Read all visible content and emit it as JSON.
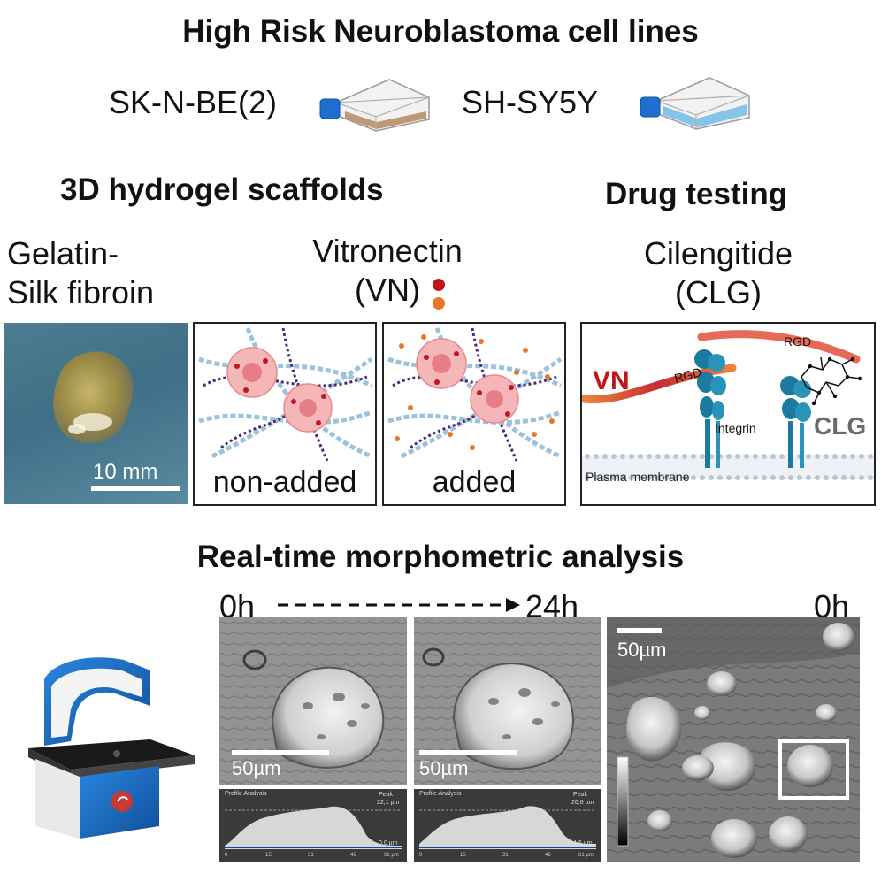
{
  "title": "High Risk Neuroblastoma cell lines",
  "cell_lines": [
    {
      "name": "SK-N-BE(2)",
      "medium_color": "#b98f67"
    },
    {
      "name": "SH-SY5Y",
      "medium_color": "#7fc0e8"
    }
  ],
  "scaffolds": {
    "heading": "3D hydrogel scaffolds",
    "material": [
      "Gelatin-",
      "Silk fibroin"
    ],
    "factor": [
      "Vitronectin",
      "(VN)"
    ],
    "photo_scale": "10 mm",
    "panel_non_added": "non-added",
    "panel_added": "added"
  },
  "drug": {
    "heading": "Drug testing",
    "name": [
      "Cilengitide",
      "(CLG)"
    ],
    "vn_label": "VN",
    "rgd_1": "RGD",
    "rgd_2": "RGD",
    "integrin": "Integrin",
    "clg_label": "CLG",
    "membrane": "Plasma membrane"
  },
  "analysis": {
    "heading": "Real-time morphometric analysis",
    "time_start": "0h",
    "time_end": "24h",
    "time_right": "0h",
    "scale_1": "50µm",
    "scale_2": "50µm",
    "scale_3": "50µm",
    "profile_title": "Profile Analysis",
    "profile_1": {
      "peak_label": "Peak",
      "peak_value": "22,1 µm",
      "base_value": "0,0 µm",
      "ticks": [
        "0",
        "15",
        "31",
        "46",
        "61 µm"
      ]
    },
    "profile_2": {
      "peak_label": "Peak",
      "peak_value": "26,6 µm",
      "base_value": "4,6 µm",
      "ticks": [
        "0",
        "15",
        "31",
        "46",
        "61 µm"
      ]
    }
  },
  "colors": {
    "vn_red": "#c0151b",
    "vn_orange": "#e8772a",
    "integrin_blue": "#1a7aa0",
    "instrument_blue": "#1560b0"
  }
}
